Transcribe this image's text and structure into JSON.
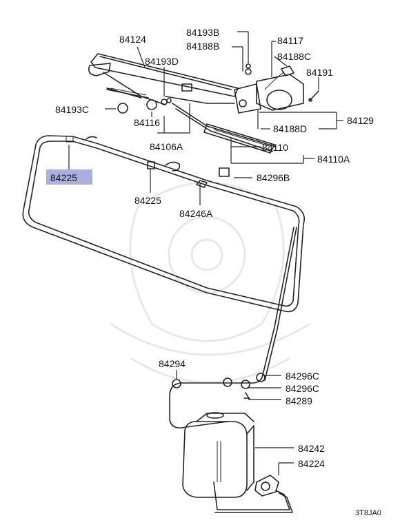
{
  "diagram": {
    "parts": {
      "p84124": "84124",
      "p84193B": "84193B",
      "p84188B": "84188B",
      "p84117": "84117",
      "p84188C": "84188C",
      "p84193D": "84193D",
      "p84191": "84191",
      "p84193C": "84193C",
      "p84116": "84116",
      "p84129": "84129",
      "p84188D": "84188D",
      "p84106A": "84106A",
      "p84110": "84110",
      "p84110A": "84110A",
      "p84225_highlight": "84225",
      "p84296B": "84296B",
      "p84225": "84225",
      "p84246A": "84246A",
      "p84294": "84294",
      "p84296C_a": "84296C",
      "p84296C_b": "84296C",
      "p84289": "84289",
      "p84242": "84242",
      "p84224": "84224"
    },
    "diagram_code": "3T8JA0",
    "highlight_color": "#a9b0e0"
  }
}
